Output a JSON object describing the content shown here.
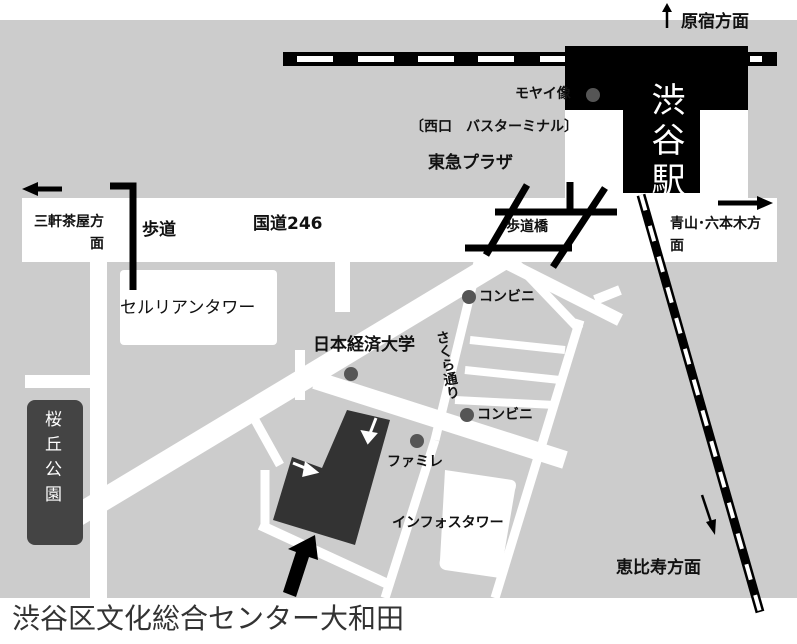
{
  "title": "渋谷区文化総合センター大和田",
  "station": "渋谷駅",
  "directions": {
    "harajuku": "原宿方面",
    "sangenjaya": "三軒茶屋方面",
    "aoyama": "青山･六本木方面",
    "ebisu": "恵比寿方面"
  },
  "landmarks": {
    "moyai": "モヤイ像",
    "bus_terminal": "〔西口　バスターミナル〕",
    "tokyu_plaza": "東急プラザ",
    "route246": "国道246",
    "sidewalk": "歩道",
    "footbridge": "歩道橋",
    "cerulean": "セルリアンタワー",
    "conveni1": "コンビニ",
    "conveni2": "コンビニ",
    "university": "日本経済大学",
    "sakura_dori": "さくら通り",
    "famima": "ファミレ",
    "infos": "インフォスタワー",
    "park": "桜丘公園"
  },
  "colors": {
    "background": "#cccccc",
    "road": "#ffffff",
    "building": "#333333",
    "park": "#444444"
  }
}
